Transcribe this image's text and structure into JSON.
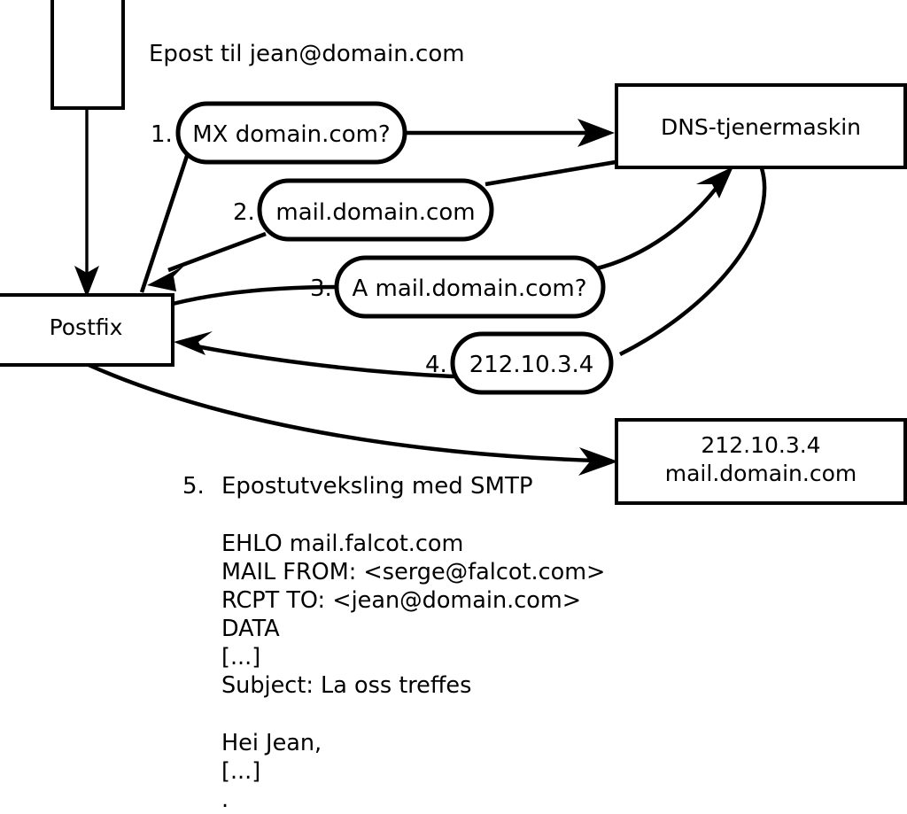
{
  "diagram": {
    "title_text": "Epost til jean@domain.com",
    "nodes": [
      {
        "id": "client",
        "label": "",
        "name": "client-box"
      },
      {
        "id": "postfix",
        "label": "Postfix",
        "name": "postfix-box"
      },
      {
        "id": "dns",
        "label": "DNS-tjenermaskin",
        "name": "dns-server-box"
      },
      {
        "id": "target",
        "label_line1": "212.10.3.4",
        "label_line2": "mail.domain.com",
        "name": "target-mail-server-box"
      }
    ],
    "steps": [
      {
        "number": "1.",
        "text": "MX domain.com?"
      },
      {
        "number": "2.",
        "text": "mail.domain.com"
      },
      {
        "number": "3.",
        "text": "A mail.domain.com?"
      },
      {
        "number": "4.",
        "text": "212.10.3.4"
      }
    ],
    "step5": {
      "number": "5.",
      "text": "Epostutveksling med SMTP"
    },
    "smtp_transcript": [
      "EHLO mail.falcot.com",
      "MAIL FROM: <serge@falcot.com>",
      "RCPT TO: <jean@domain.com>",
      "DATA",
      "[...]",
      "Subject: La oss treffes",
      "",
      "Hei Jean,",
      "[...]",
      "."
    ],
    "colors": {
      "stroke": "#000000",
      "fill": "#ffffff",
      "text": "#000000"
    }
  }
}
